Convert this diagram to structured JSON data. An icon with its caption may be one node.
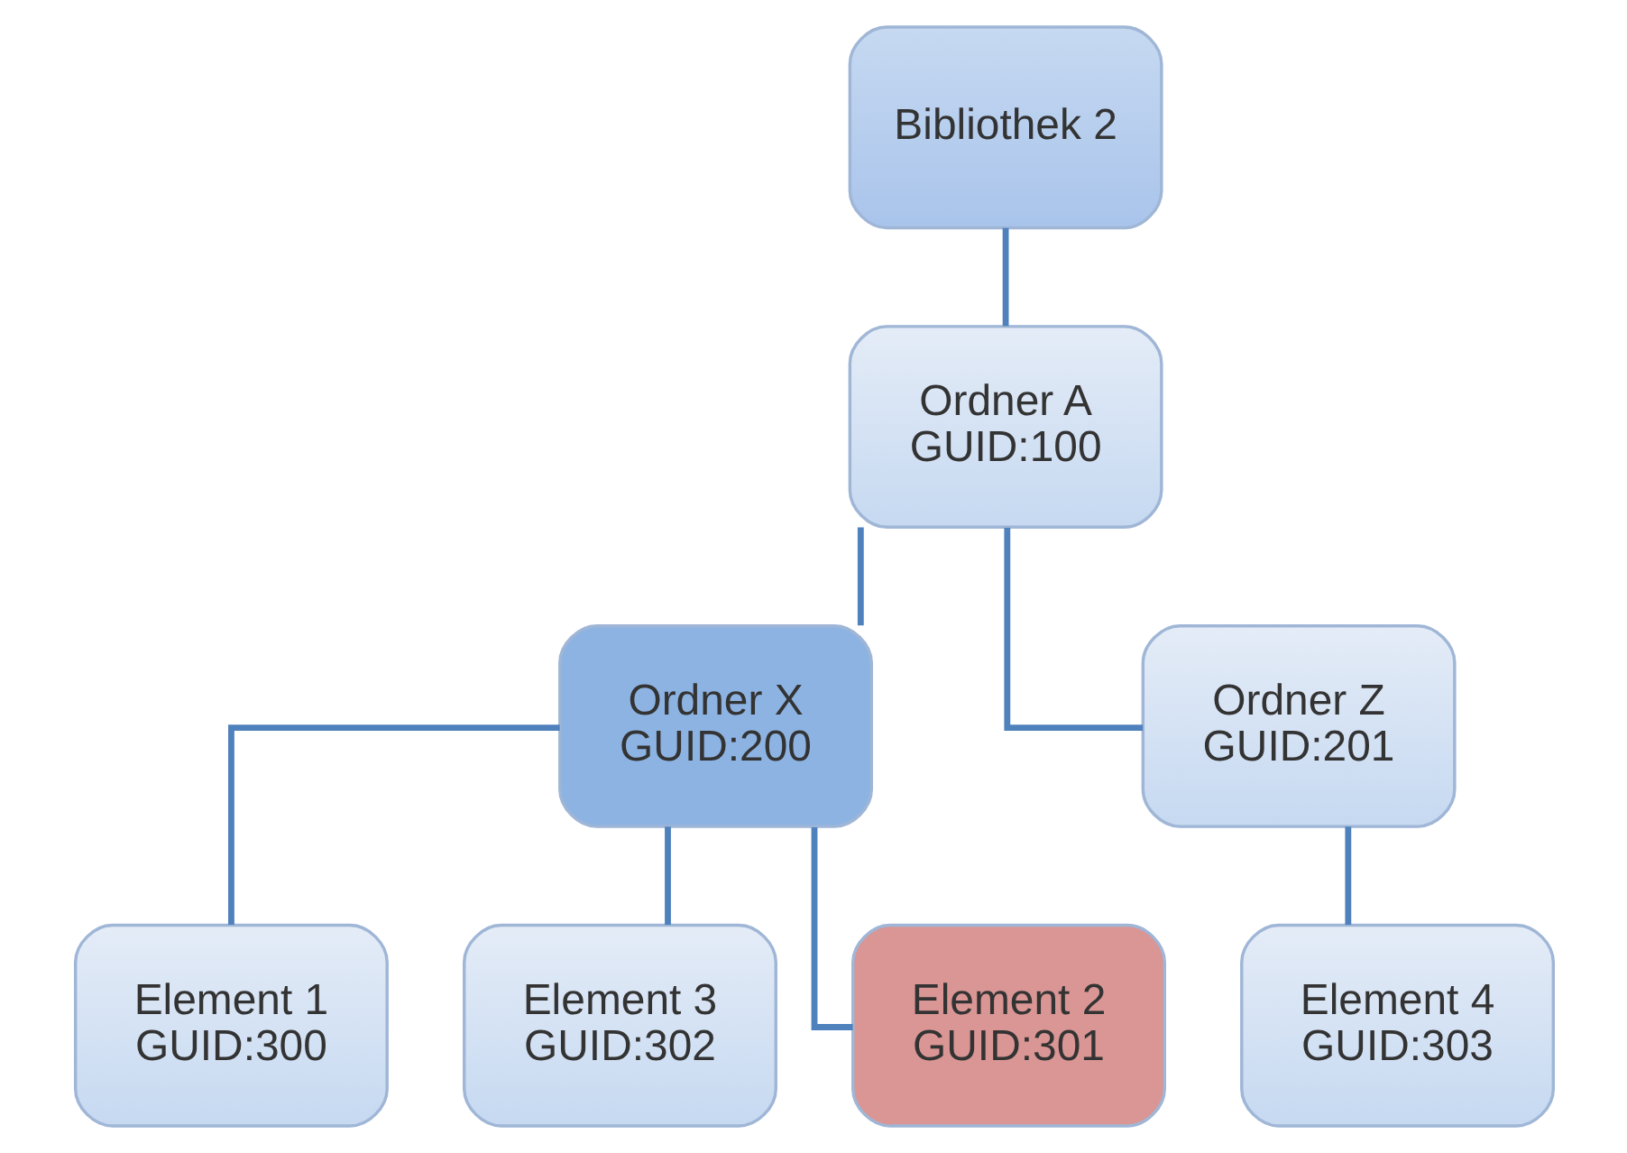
{
  "diagram": {
    "nodes": [
      {
        "text": [
          "Bibliothek 2"
        ]
      },
      {
        "text": [
          "Ordner A",
          "GUID:100"
        ]
      },
      {
        "text": [
          "Ordner X",
          "GUID:200"
        ]
      },
      {
        "text": [
          "Ordner Z",
          "GUID:201"
        ]
      },
      {
        "text": [
          "Element 1",
          "GUID:300"
        ]
      },
      {
        "text": [
          "Element 3",
          "GUID:302"
        ]
      },
      {
        "text": [
          "Element 2",
          "GUID:301"
        ]
      },
      {
        "text": [
          "Element 4",
          "GUID:303"
        ]
      }
    ],
    "edges": [
      {
        "from": 0,
        "to": 1,
        "arrow": "none"
      },
      {
        "from": 1,
        "to": 2,
        "arrow": "none"
      },
      {
        "from": 1,
        "to": 3,
        "arrow": "none"
      },
      {
        "from": 2,
        "to": 4,
        "arrow": "none"
      },
      {
        "from": 2,
        "to": 5,
        "arrow": "none"
      },
      {
        "from": 2,
        "to": 6,
        "arrow": "none"
      },
      {
        "from": 3,
        "to": 7,
        "arrow": "none"
      }
    ]
  }
}
